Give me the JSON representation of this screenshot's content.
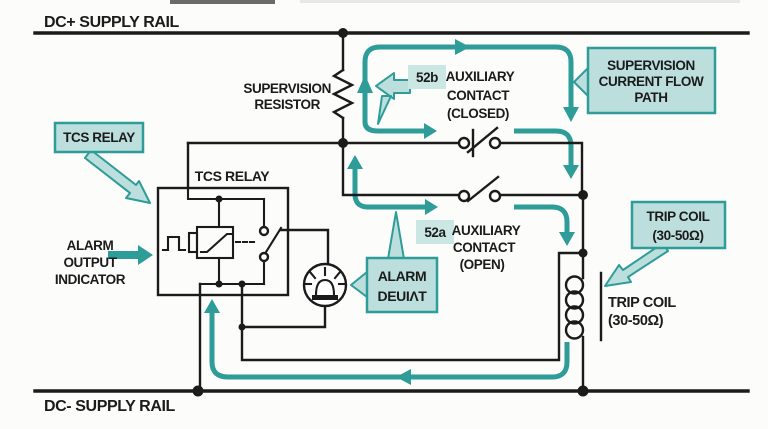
{
  "colors": {
    "flow_teal": "#2E9C99",
    "callout_fill": "#BCDFDD",
    "tag_fill": "#CBE7E4",
    "wire_black": "#1B1B1B",
    "text_ink": "#1B1B1B",
    "background": "#FCFCFB"
  },
  "rails": {
    "positive_label": "DC+ SUPPLY RAIL",
    "negative_label": "DC- SUPPLY RAIL"
  },
  "components": {
    "supervision_resistor": {
      "line1": "SUPERVISION",
      "line2": "RESISTOR"
    },
    "tcs_relay": {
      "label": "TCS RELAY"
    },
    "alarm_output_indicator": {
      "line1": "ALARM",
      "line2": "OUTPUT",
      "line3": "INDICATOR"
    },
    "contact_52b": {
      "tag": "52b",
      "line1": "AUXILIARY",
      "line2": "CONTACT",
      "line3": "(CLOSED)"
    },
    "contact_52a": {
      "tag": "52a",
      "line1": "AUXILIARY",
      "line2": "CONTACT",
      "line3": "(OPEN)"
    },
    "trip_coil": {
      "line1": "TRIP COIL",
      "line2": "(30-50Ω)"
    }
  },
  "callouts": {
    "tcs_relay": {
      "label": "TCS RELAY"
    },
    "supervision_path": {
      "line1": "SUPERVISION",
      "line2": "CURRENT FLOW",
      "line3": "PATH"
    },
    "alarm_output": {
      "line1": "ALARM",
      "line2": "DEUIΛT"
    },
    "trip_coil": {
      "line1": "TRIP COIL",
      "line2": "(30-50Ω)"
    }
  }
}
